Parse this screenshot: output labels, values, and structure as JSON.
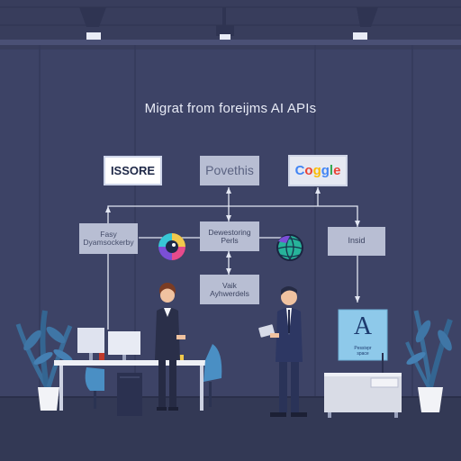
{
  "title": "Migrat from foreijms AI APIs",
  "boxes": {
    "issore": "ISSORE",
    "powethis": "Povethis",
    "google_letters": [
      "C",
      "o",
      "g",
      "g",
      "l",
      "e"
    ],
    "pay": "Fasy\nDyamsockerby",
    "dev": "Dewestoring\nPerls",
    "vaik": "Vaik\nAyhwerdels",
    "insid": "Insid"
  },
  "poster": {
    "glyph": "A",
    "caption": "Pessivpr\nspace"
  },
  "colors": {
    "background": "#3d4366",
    "box_fill": "#b8bed3",
    "google_blue": "#4285f4",
    "google_red": "#ea4335",
    "google_yellow": "#fbbc05",
    "google_green": "#34a853",
    "plant": "#3a6d9a"
  },
  "icons": [
    "ceiling-light-icon",
    "face-logo-icon",
    "globe-icon",
    "plant-icon",
    "desk-icon",
    "monitor-icon",
    "laptop-icon",
    "chair-icon",
    "cabinet-icon",
    "pot-icon"
  ]
}
